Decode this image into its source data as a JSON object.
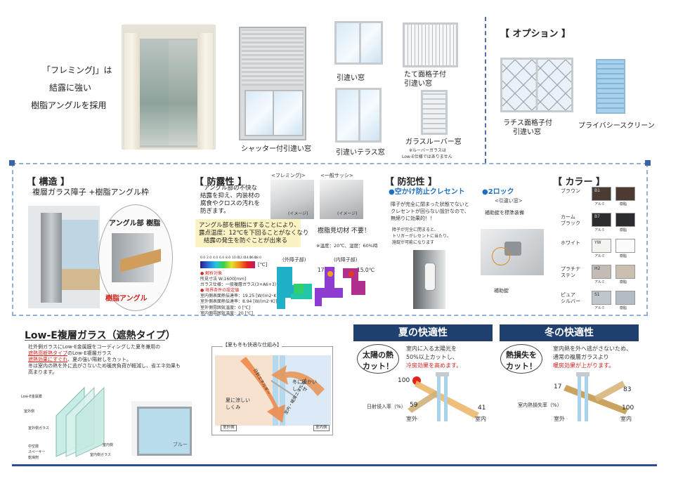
{
  "intro": {
    "line1": "「フレミングJ」は",
    "line2": "結露に強い",
    "line3": "樹脂アングルを採用"
  },
  "products": {
    "shutter_window": "シャッター付引違い窓",
    "sliding_window": "引違い窓",
    "vertical_lattice": [
      "たて面格子付",
      "引違い窓"
    ],
    "terrace_window": "引違いテラス窓",
    "louver_window": "ガラスルーバー窓",
    "louver_note": [
      "※ルーバーガラスは",
      "Low-E仕様ではありません"
    ]
  },
  "options": {
    "title": "【 オプション 】",
    "lattice": [
      "ラチス面格子付",
      "引違い窓"
    ],
    "privacy": "プライバシースクリーン"
  },
  "structure": {
    "title": "【 構造 】",
    "subtitle": "複層ガラス障子 +樹脂アングル枠",
    "angle_label": "アングル部 樹脂",
    "resin_angle": "樹脂アングル"
  },
  "dew": {
    "title": "【 防露性 】",
    "tab_fleming": "<フレミングJ>",
    "tab_general": "<一般サッシ>",
    "image_label": "(イメージ)",
    "desc": [
      "アングル部の不快な",
      "結露を抑え、内装材の",
      "腐食やクロスの汚れを",
      "防ぎます。"
    ],
    "highlight": [
      "アングル部を樹脂にすることにより、",
      "露点温度：12℃を下回ることがなくなり",
      "結露の発生を防ぐことが出来る"
    ],
    "no_cut": "樹脂見切材 不要！",
    "conditions": "※温度：20℃、湿度：60%時",
    "scale_unit": "[℃]",
    "scale_ticks": [
      "0.0",
      "2.0",
      "4.0",
      "6.0",
      "8.0",
      "10.0",
      "12.0",
      "14.0",
      "16.0",
      "18.0"
    ],
    "notes": [
      "● 解析対象",
      "所見寸法 W:1600[mm]",
      "ガラス仕様：一般複層ガラス(3+A6+3)",
      "● 境界条件の設定値",
      "室内側表面熱伝達率：19.25 [W/(m2･K)]",
      "室外側表面熱伝達率：8.94 [W/(m2･K)]",
      "室外側雰囲気温度：0 [℃]",
      "室内側雰囲気温度：20 [℃]"
    ],
    "outer_label": "(外障子部)",
    "inner_label": "(内障子部)",
    "temp_outer": "17.2℃",
    "temp_inner": "15.0℃"
  },
  "security": {
    "title": "【 防犯性 】",
    "crescent_title": "●空かけ防止クレセント",
    "crescent_desc": [
      "障子が完全に閉まった状態でないと",
      "クレセントが回らない設計なので、",
      "無締りに効果的！！"
    ],
    "crescent_sub": [
      "障子が完全に閉まると、",
      "トリガーがレセントに当たり、",
      "施錠が可能になります"
    ],
    "lock_title": "●2ロック",
    "lock_sub": "<引違い窓>",
    "lock_desc": "補助錠を標準装備",
    "aux_lock": "補助錠"
  },
  "colors": {
    "title": "【 カラー 】",
    "entries": [
      {
        "name": "ブラウン",
        "code": "B1",
        "alu": "アルミ",
        "resin": "樹脂",
        "alu_color": "#4a3b33",
        "resin_color": "#4d3a33"
      },
      {
        "name": "カーム\nブラック",
        "code": "B7",
        "alu": "アルミ",
        "resin": "樹脂",
        "alu_color": "#2c2c2e",
        "resin_color": "#2a2c30"
      },
      {
        "name": "ホワイト",
        "code": "YW",
        "alu": "アルミ",
        "resin": "樹脂",
        "alu_color": "#f3f3f0",
        "resin_color": "#fbfbfb"
      },
      {
        "name": "プラチナ\nステン",
        "code": "H2",
        "alu": "アルミ",
        "resin": "樹脂",
        "alu_color": "#c4bcb4",
        "resin_color": "#cbbfb0"
      },
      {
        "name": "ピュア\nシルバー",
        "code": "S1",
        "alu": "アルミ",
        "resin": "樹脂",
        "alu_color": "#bfc6cc",
        "resin_color": "#b4bcc3"
      }
    ]
  },
  "lowe": {
    "title": "Low-E複層ガラス（遮熱タイプ）",
    "desc1": "社外側ガラスにLow-E金属膜をコーディングした夏冬兼用の",
    "desc2a": "遮熱高断熱タイプ",
    "desc2b": "のLow-E複層ガラス",
    "desc3a": "遮熱効果にすぐれ",
    "desc3b": "、夏の強い陽射しをカット。",
    "desc4": "冬は室内の熱を外に逃がさないため暖房負荷が軽減し、省エネ効果も",
    "desc5": "高まります。",
    "layers": [
      "Low-E金属膜",
      "室外側",
      "室外側ガラス",
      "中空層",
      "スペーサー",
      "乾燥剤"
    ],
    "indoor_label": "室内側",
    "indoor_glass": "室内側ガラス",
    "blue_label": "ブルー"
  },
  "comfort": {
    "title": "【夏も冬も快適な仕組み】",
    "summer_cool": [
      "夏に涼しい",
      "しくみ"
    ],
    "winter_warm": [
      "冬に暖かい",
      "しくみ"
    ],
    "solar_energy": "日射エネルギー",
    "heating_energy": "室内・暖房エネルギー",
    "outside": "室外側",
    "inside": "室内側"
  },
  "summer": {
    "title": "夏の快適性",
    "bubble": [
      "太陽の熱",
      "カット！"
    ],
    "desc1": "室内に入る太陽光を",
    "desc2": "50%以上カットし、",
    "desc3": "冷房効果を高めます。",
    "in_value": "100",
    "pass_value": "59",
    "out_value": "41",
    "rate_label": "日射侵入率（%）",
    "outside": "室外",
    "inside": "室内"
  },
  "winter": {
    "title": "冬の快適性",
    "bubble": [
      "熱損失を",
      "カット！"
    ],
    "desc1": "室内熱を外へ逃がさないため、",
    "desc2": "通常の複層ガラスより",
    "desc3": "暖房効果が上がります。",
    "top_left": "17",
    "top_right": "83",
    "bottom_right": "100",
    "rate_label": "室内熱損失率（%）",
    "outside": "室外",
    "inside": "室内"
  }
}
